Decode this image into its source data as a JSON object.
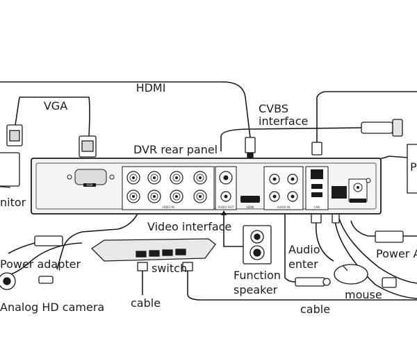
{
  "labels": {
    "hdmi": "HDMI",
    "vga": "VGA",
    "cvbs_line1": "CVBS",
    "cvbs_line2": "interface",
    "dvr_rear_panel": "DVR rear panel",
    "monitor_partial": "nitor",
    "video_interface": "Video interface",
    "power_adapter": "Power adapter",
    "switch": "switch",
    "analog_hd_camera": "Analog HD camera",
    "cable_left": "cable",
    "function_speaker_line1": "Function",
    "function_speaker_line2": "speaker",
    "audio_enter_line1": "Audio",
    "audio_enter_line2": "enter",
    "power_a_partial": "Power A",
    "mouse": "mouse",
    "cable_bottom": "cable",
    "p_partial": "P"
  },
  "panel_labels": {
    "vga_port": "VGA",
    "video_in": "VIDEO IN",
    "audio_out": "AUDIO OUT",
    "hdmi_port": "HDMI",
    "audio_in": "AUDIO IN",
    "lan": "LAN"
  },
  "colors": {
    "line": "#1a1a1a",
    "background": "#ffffff",
    "panel_fill": "#f4f4f4"
  }
}
